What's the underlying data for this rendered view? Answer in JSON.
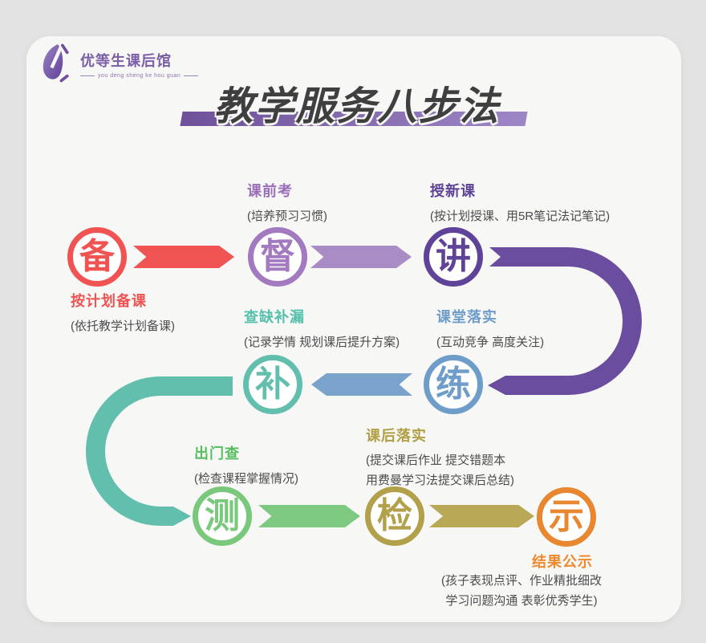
{
  "logo": {
    "name": "优等生课后馆",
    "pinyin": "you deng sheng ke hou guan"
  },
  "title": {
    "text": "教学服务八步法",
    "text_color": "#3f3f3f",
    "bar_color_left": "#6e5199",
    "bar_color_right": "#9d86c6"
  },
  "steps": [
    {
      "char": "备",
      "circle_color": "#f05452",
      "label": "按计划备课",
      "label_color": "#f05452",
      "desc": "(依托教学计划备课)"
    },
    {
      "char": "督",
      "circle_color": "#a379bf",
      "label": "课前考",
      "label_color": "#9a6fb8",
      "desc": "(培养预习习惯)"
    },
    {
      "char": "讲",
      "circle_color": "#5f4399",
      "label": "授新课",
      "label_color": "#5f4399",
      "desc": "(按计划授课、用5R笔记法记笔记)"
    },
    {
      "char": "练",
      "circle_color": "#6f9dca",
      "label": "课堂落实",
      "label_color": "#6f9dca",
      "desc": "(互动竞争 高度关注)"
    },
    {
      "char": "补",
      "circle_color": "#62bfad",
      "label": "查缺补漏",
      "label_color": "#54bfab",
      "desc": "(记录学情 规划课后提升方案)"
    },
    {
      "char": "测",
      "circle_color": "#79c87c",
      "label": "出门查",
      "label_color": "#57bd5f",
      "desc": "(检查课程掌握情况)"
    },
    {
      "char": "检",
      "circle_color": "#b2a04a",
      "label": "课后落实",
      "label_color": "#b19f44",
      "desc": "(提交课后作业 提交错题本",
      "desc2": "用费曼学习法提交课后总结)"
    },
    {
      "char": "示",
      "circle_color": "#e8872f",
      "label": "结果公示",
      "label_color": "#ee8a2e",
      "desc": "(孩子表现点评、作业精批细改",
      "desc2": "学习问题沟通 表彰优秀学生)"
    }
  ],
  "connectors": {
    "bei_to_du": "#f05452",
    "du_to_jiang": "#a98bc6",
    "jiang_to_lian_curve": "#6a4d9f",
    "lian_to_bu": "#7aa3cc",
    "bu_to_ce_curve": "#62bfad",
    "ce_to_jian": "#7dc982",
    "jian_to_shi": "#b9a855"
  }
}
